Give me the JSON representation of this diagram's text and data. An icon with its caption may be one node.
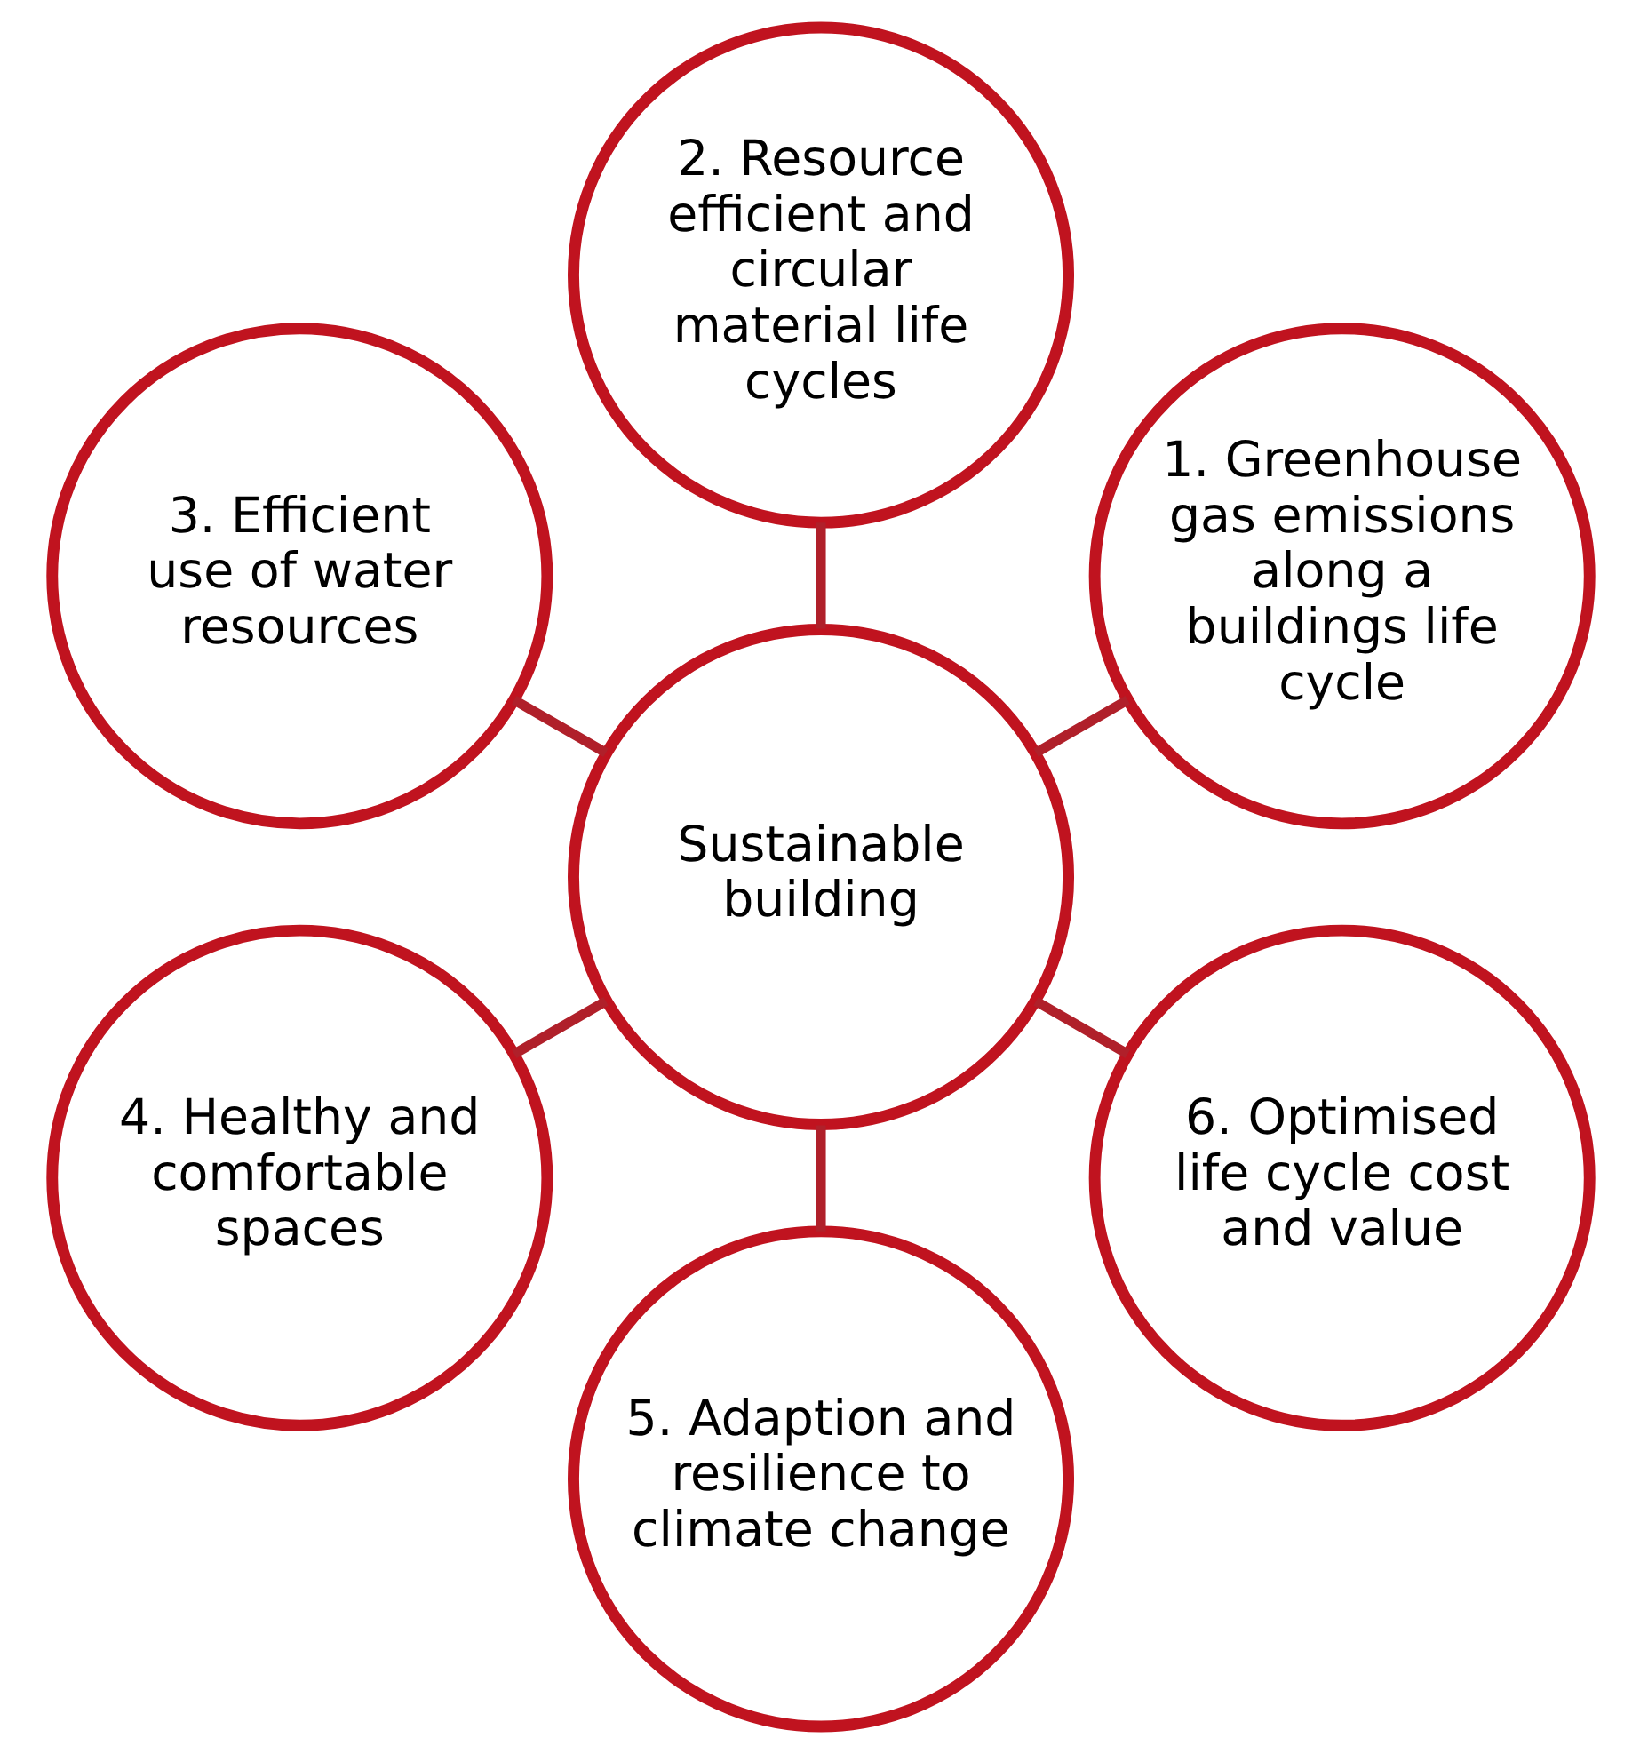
{
  "diagram": {
    "nodes": [
      {
        "text": [
          "Sustainable building"
        ]
      },
      {
        "text": [
          "1. Greenhouse gas emissions along a buildings life cycle"
        ]
      },
      {
        "text": [
          "2. Resource efficient and circular material life cycles"
        ]
      },
      {
        "text": [
          "3. Efficient use of water resources"
        ]
      },
      {
        "text": [
          "4. Healthy and comfortable spaces"
        ]
      },
      {
        "text": [
          "5. Adaption and resilience to climate change"
        ]
      },
      {
        "text": [
          "6. Optimised life cycle cost and value"
        ]
      }
    ],
    "edges": [
      {
        "from": 0,
        "to": 1,
        "arrow": "none"
      },
      {
        "from": 0,
        "to": 2,
        "arrow": "none"
      },
      {
        "from": 0,
        "to": 3,
        "arrow": "none"
      },
      {
        "from": 0,
        "to": 4,
        "arrow": "none"
      },
      {
        "from": 0,
        "to": 5,
        "arrow": "none"
      },
      {
        "from": 0,
        "to": 6,
        "arrow": "none"
      }
    ]
  }
}
